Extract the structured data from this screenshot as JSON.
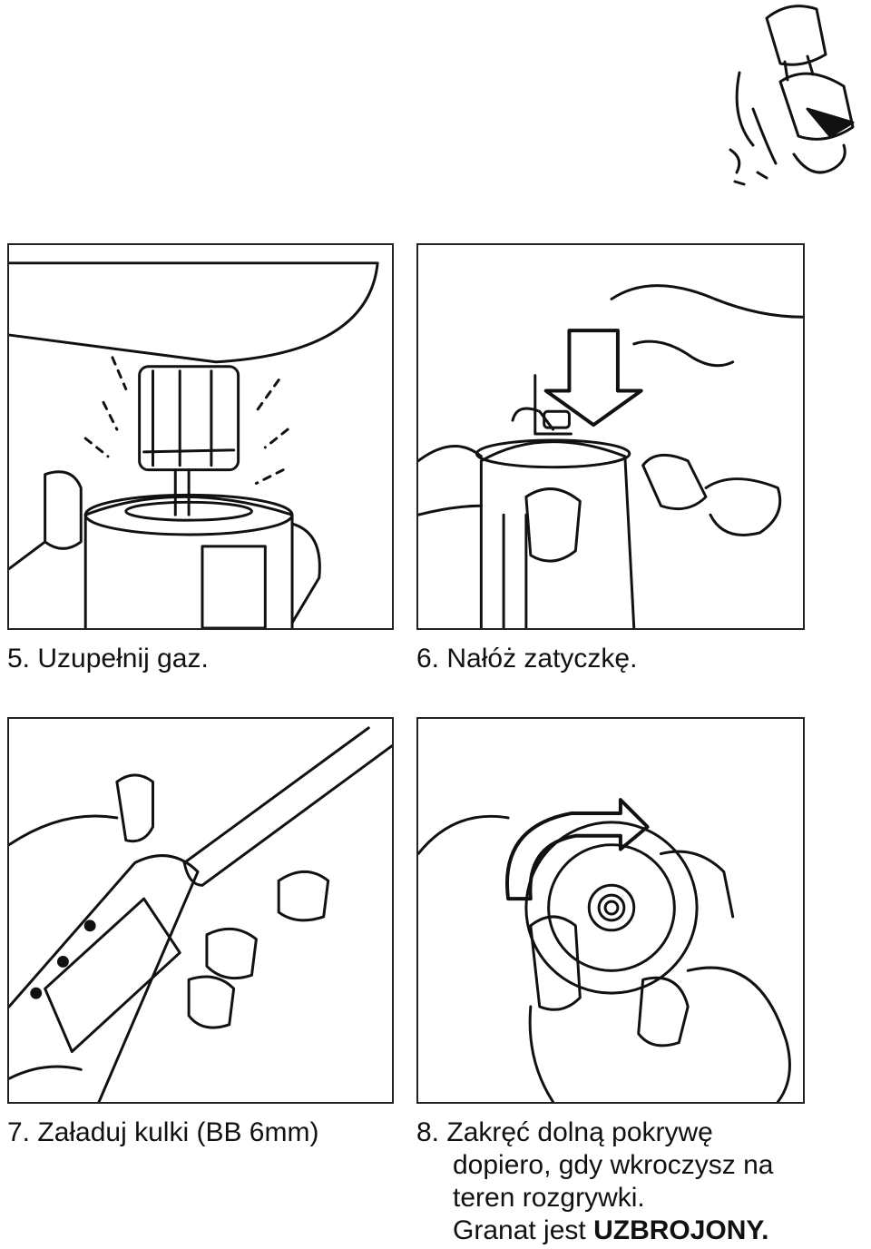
{
  "steps": [
    {
      "number": "5.",
      "text": "Uzupełnij gaz."
    },
    {
      "number": "6.",
      "text": "Nałóż zatyczkę."
    },
    {
      "number": "7.",
      "text": "Załaduj kulki (BB 6mm)"
    },
    {
      "number": "8.",
      "lines": [
        "Zakręć dolną pokrywę",
        "dopiero, gdy wkroczysz na",
        "teren rozgrywki."
      ],
      "final_prefix": "Granat jest ",
      "final_emphasis": "UZBROJONY."
    }
  ],
  "icons": {
    "corner": "grenade-icon",
    "p5": "gas-refill-illustration",
    "p6": "cap-push-illustration",
    "p7": "bb-loading-illustration",
    "p8": "twist-cover-illustration"
  },
  "colors": {
    "ink": "#111111",
    "background": "#ffffff"
  }
}
